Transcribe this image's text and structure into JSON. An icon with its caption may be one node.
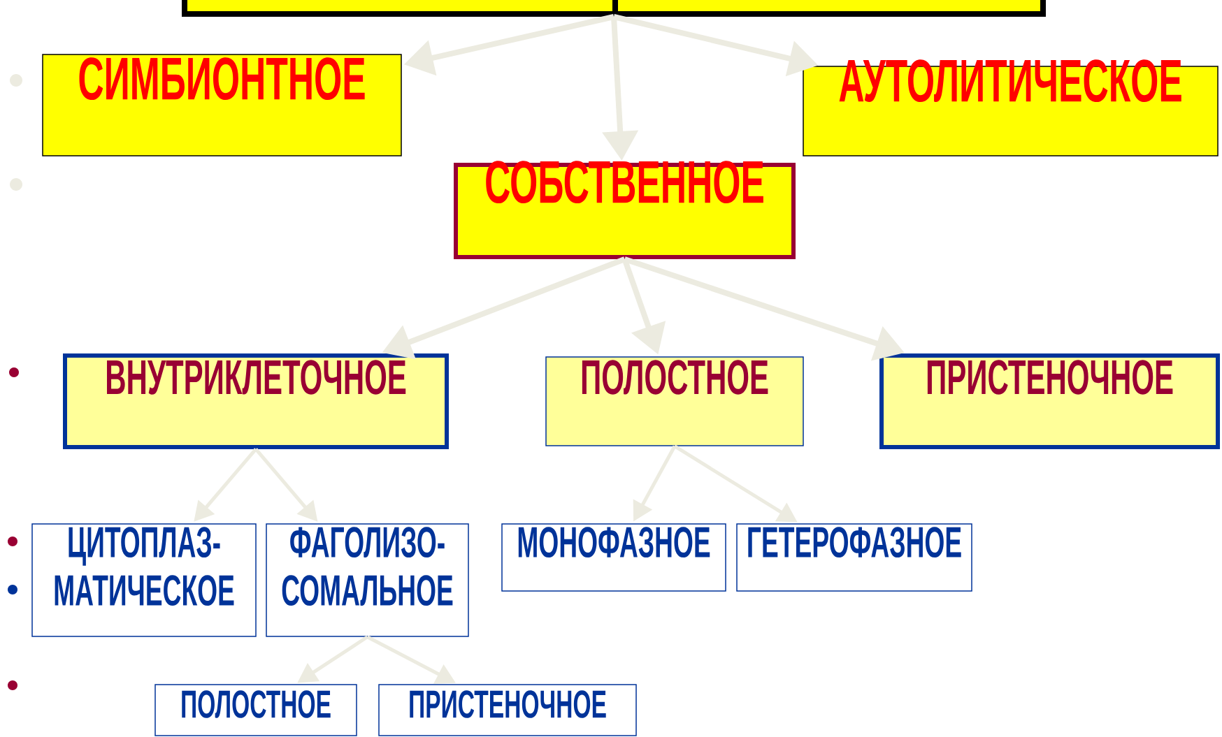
{
  "diagram": {
    "nodes": [
      {
        "text": [],
        "shape": "box"
      },
      {
        "text": [
          "СИМБИОНТНОЕ"
        ]
      },
      {
        "text": [
          "АУТОЛИТИЧЕСКОЕ"
        ]
      },
      {
        "text": [
          "СОБСТВЕННОЕ"
        ]
      },
      {
        "text": [
          "ВНУТРИКЛЕТОЧНОЕ"
        ]
      },
      {
        "text": [
          "ПОЛОСТНОЕ"
        ]
      },
      {
        "text": [
          "ПРИСТЕНОЧНОЕ"
        ]
      },
      {
        "text": [
          "ЦИТОПЛАЗ- МАТИЧЕСКОЕ"
        ]
      },
      {
        "text": [
          "ФАГОЛИЗО- СОМАЛЬНОЕ"
        ]
      },
      {
        "text": [
          "МОНОФАЗНОЕ"
        ]
      },
      {
        "text": [
          "ГЕТЕРОФАЗНОЕ"
        ]
      },
      {
        "text": [
          "ПОЛОСТНОЕ"
        ]
      },
      {
        "text": [
          "ПРИСТЕНОЧНОЕ"
        ]
      }
    ],
    "edges": [
      {
        "from": 0,
        "to": 1,
        "arrow": "to"
      },
      {
        "from": 0,
        "to": 3,
        "arrow": "to"
      },
      {
        "from": 0,
        "to": 2,
        "arrow": "to"
      },
      {
        "from": 3,
        "to": 4,
        "arrow": "to"
      },
      {
        "from": 3,
        "to": 5,
        "arrow": "to"
      },
      {
        "from": 3,
        "to": 6,
        "arrow": "to"
      },
      {
        "from": 4,
        "to": 7,
        "arrow": "to"
      },
      {
        "from": 4,
        "to": 8,
        "arrow": "to"
      },
      {
        "from": 5,
        "to": 9,
        "arrow": "to"
      },
      {
        "from": 5,
        "to": 10,
        "arrow": "to"
      },
      {
        "from": 8,
        "to": 11,
        "arrow": "to"
      },
      {
        "from": 8,
        "to": 12,
        "arrow": "to"
      }
    ]
  }
}
